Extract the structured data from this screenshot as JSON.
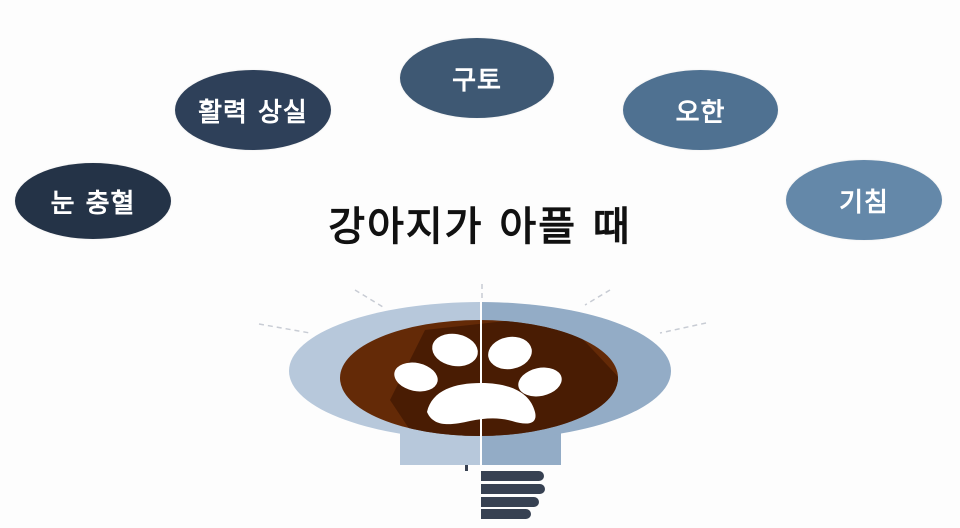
{
  "title": "강아지가 아플 때",
  "symptoms": [
    {
      "label": "눈 충혈",
      "color": "#243347"
    },
    {
      "label": "활력 상실",
      "color": "#2e4059"
    },
    {
      "label": "구토",
      "color": "#3e5873"
    },
    {
      "label": "오한",
      "color": "#4f7191"
    },
    {
      "label": "기침",
      "color": "#6488a9"
    }
  ],
  "graphic": {
    "icon": "lightbulb-paw-icon",
    "colors": {
      "bulb_left": "#b7c8db",
      "bulb_right": "#93acc6",
      "center": "#642a07",
      "center_shadow": "#461b03",
      "paw": "#ffffff",
      "base": "#374152",
      "rays": "#c8ccd4"
    }
  }
}
